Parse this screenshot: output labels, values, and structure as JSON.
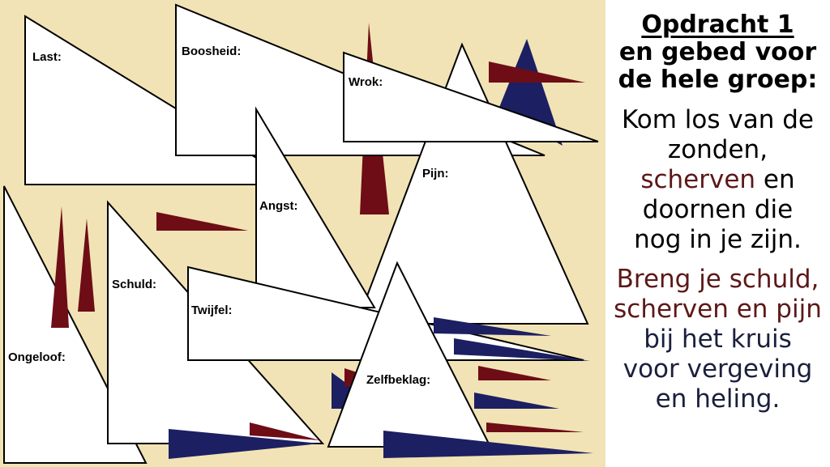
{
  "colors": {
    "background": "#f1e3b5",
    "shard_fill": "#ffffff",
    "shard_stroke": "#000000",
    "dark_red": "#6e0d16",
    "navy": "#1c1f62",
    "text_red": "#5c1818",
    "text_navy": "#1a1f3d"
  },
  "labels": {
    "last": "Last:",
    "boosheid": "Boosheid:",
    "wrok": "Wrok:",
    "pijn": "Pijn:",
    "angst": "Angst:",
    "schuld": "Schuld:",
    "twijfel": "Twijfel:",
    "ongeloof": "Ongeloof:",
    "zelfbeklag": "Zelfbeklag:"
  },
  "panel": {
    "title": "Opdracht 1",
    "subtitle_line1": "en gebed voor",
    "subtitle_line2": "de hele groep:",
    "para1": {
      "l1": "Kom los van de",
      "l2": "zonden,",
      "l3_red": "scherven",
      "l3_rest": " en",
      "l4": "doornen die",
      "l5": "nog in je zijn."
    },
    "para2": {
      "l1": "Breng je schuld,",
      "l2": "scherven en pijn",
      "l3": "bij het kruis",
      "l4": "voor vergeving",
      "l5": "en heling."
    }
  }
}
